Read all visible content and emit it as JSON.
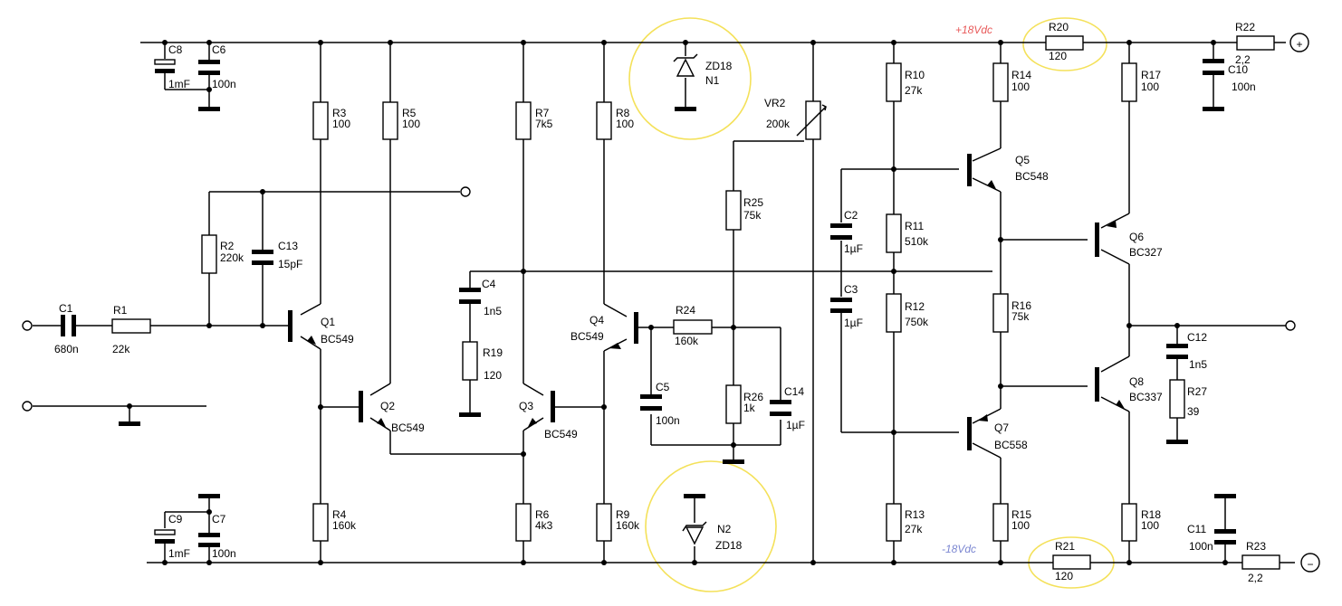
{
  "rails": {
    "positive_label": "+18Vdc",
    "negative_label": "-18Vdc",
    "positive_color": "#e85a5a",
    "negative_color": "#7b86d1",
    "highlight_color": "#f4e15a"
  },
  "terminals": {
    "plus_symbol": "+",
    "minus_symbol": "−"
  },
  "components": {
    "C8": {
      "name": "C8",
      "value": "1mF"
    },
    "C6": {
      "name": "C6",
      "value": "100n"
    },
    "C9": {
      "name": "C9",
      "value": "1mF"
    },
    "C7": {
      "name": "C7",
      "value": "100n"
    },
    "R3": {
      "name": "R3",
      "value": "100"
    },
    "R5": {
      "name": "R5",
      "value": "100"
    },
    "R7": {
      "name": "R7",
      "value": "7k5"
    },
    "R8": {
      "name": "R8",
      "value": "100"
    },
    "ZD18_top": {
      "name": "ZD18",
      "value": "N1"
    },
    "ZD18_bottom": {
      "name": "N2",
      "value": "ZD18"
    },
    "VR2": {
      "name": "VR2",
      "value": "200k"
    },
    "R10": {
      "name": "R10",
      "value": "27k"
    },
    "R20": {
      "name": "R20",
      "value": "120"
    },
    "R14": {
      "name": "R14",
      "value": "100"
    },
    "R17": {
      "name": "R17",
      "value": "100"
    },
    "R22": {
      "name": "R22",
      "value": "2,2"
    },
    "C10": {
      "name": "C10",
      "value": "100n"
    },
    "R2": {
      "name": "R2",
      "value": "220k"
    },
    "C13": {
      "name": "C13",
      "value": "15pF"
    },
    "C1": {
      "name": "C1",
      "value": "680n"
    },
    "R1": {
      "name": "R1",
      "value": "22k"
    },
    "Q1": {
      "name": "Q1",
      "value": "BC549"
    },
    "Q2": {
      "name": "Q2",
      "value": "BC549"
    },
    "Q3": {
      "name": "Q3",
      "value": "BC549"
    },
    "Q4": {
      "name": "Q4",
      "value": "BC549"
    },
    "Q5": {
      "name": "Q5",
      "value": "BC548"
    },
    "Q6": {
      "name": "Q6",
      "value": "BC327"
    },
    "Q7": {
      "name": "Q7",
      "value": "BC558"
    },
    "Q8": {
      "name": "Q8",
      "value": "BC337"
    },
    "C4": {
      "name": "C4",
      "value": "1n5"
    },
    "R19": {
      "name": "R19",
      "value": "120"
    },
    "R24": {
      "name": "R24",
      "value": "160k"
    },
    "R25": {
      "name": "R25",
      "value": "75k"
    },
    "C5": {
      "name": "C5",
      "value": "100n"
    },
    "R26": {
      "name": "R26",
      "value": "1k"
    },
    "C14": {
      "name": "C14",
      "value": "1µF"
    },
    "C2": {
      "name": "C2",
      "value": "1µF"
    },
    "C3": {
      "name": "C3",
      "value": "1µF"
    },
    "R11": {
      "name": "R11",
      "value": "510k"
    },
    "R12": {
      "name": "R12",
      "value": "750k"
    },
    "R16": {
      "name": "R16",
      "value": "75k"
    },
    "C12": {
      "name": "C12",
      "value": "1n5"
    },
    "R27": {
      "name": "R27",
      "value": "39"
    },
    "R4": {
      "name": "R4",
      "value": "160k"
    },
    "R6": {
      "name": "R6",
      "value": "4k3"
    },
    "R9": {
      "name": "R9",
      "value": "160k"
    },
    "R13": {
      "name": "R13",
      "value": "27k"
    },
    "R15": {
      "name": "R15",
      "value": "100"
    },
    "R21": {
      "name": "R21",
      "value": "120"
    },
    "R18": {
      "name": "R18",
      "value": "100"
    },
    "C11": {
      "name": "C11",
      "value": "100n"
    },
    "R23": {
      "name": "R23",
      "value": "2,2"
    }
  }
}
